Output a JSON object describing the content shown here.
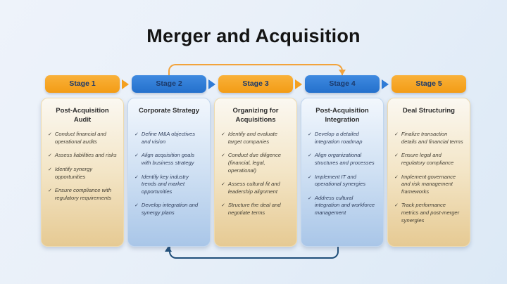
{
  "title": "Merger and Acquisition",
  "bullet_marker": "✓",
  "colors": {
    "stage_orange": "#F4A01F",
    "stage_blue": "#2F7BD6",
    "stage_label_text": "#1C3A6B",
    "top_connector": "#F2A33C",
    "bottom_connector": "#1F4E79",
    "card_tan_bottom": "#E6CA93",
    "card_blue_bottom": "#A9C6E8"
  },
  "connectors": {
    "top_feedback": {
      "from": "Stage 2",
      "to": "Stage 4"
    },
    "bottom_feedback": {
      "from": "Stage 4",
      "to": "Stage 2"
    }
  },
  "stages": [
    {
      "label": "Stage 1",
      "theme": "orange",
      "card_title": "Post-Acquisition Audit",
      "bullets": [
        "Conduct financial and operational audits",
        "Assess liabilities and risks",
        "Identify synergy opportunities",
        "Ensure compliance with regulatory requirements"
      ]
    },
    {
      "label": "Stage 2",
      "theme": "blue",
      "card_title": "Corporate Strategy",
      "bullets": [
        "Define M&A objectives and vision",
        "Align acquisition goals with business strategy",
        "Identify key industry trends and market opportunities",
        "Develop integration and synergy plans"
      ]
    },
    {
      "label": "Stage 3",
      "theme": "orange",
      "card_title": "Organizing for Acquisitions",
      "bullets": [
        "Identify and evaluate target companies",
        "Conduct due diligence (financial, legal, operational)",
        "Assess cultural fit and leadership alignment",
        "Structure the deal and negotiate terms"
      ]
    },
    {
      "label": "Stage 4",
      "theme": "blue",
      "card_title": "Post-Acquisition Integration",
      "bullets": [
        "Develop a detailed integration roadmap",
        "Align organizational structures and processes",
        "Implement IT and operational synergies",
        "Address cultural integration and workforce management"
      ]
    },
    {
      "label": "Stage 5",
      "theme": "orange",
      "card_title": "Deal Structuring",
      "bullets": [
        "Finalize transaction details and financial terms",
        "Ensure legal and regulatory compliance",
        "Implement governance and risk management frameworks",
        "Track performance metrics and post-merger synergies"
      ]
    }
  ]
}
